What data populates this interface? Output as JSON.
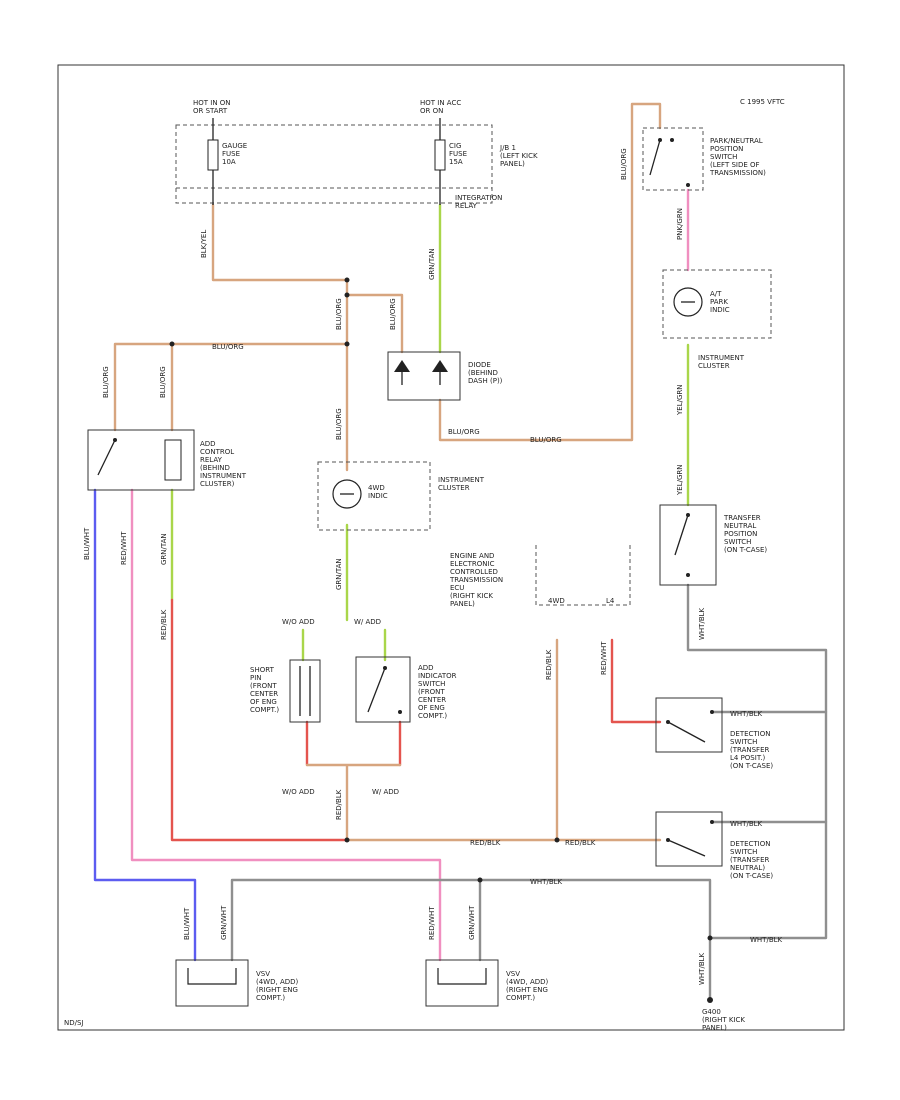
{
  "copyright": "C 1995 VFTC",
  "footer_code": "ND/SJ",
  "colors": {
    "wire_tan": "#d7a57f",
    "wire_green": "#a9d64a",
    "wire_pink": "#f08fc0",
    "wire_red": "#e4544e",
    "wire_blue": "#5c5cf0",
    "wire_gray": "#8f8f8f",
    "wire_black": "#303030"
  },
  "labels": {
    "hot_run_start": [
      "HOT IN ON",
      "OR START"
    ],
    "hot_accy_on": [
      "HOT IN ACC",
      "OR ON"
    ],
    "gauge_fuse": [
      "GAUGE",
      "FUSE",
      "10A"
    ],
    "cig_fuse": [
      "CIG",
      "FUSE",
      "15A"
    ],
    "jb1": [
      "J/B 1",
      "(LEFT KICK",
      "PANEL)"
    ],
    "integration_relay": [
      "INTEGRATION",
      "RELAY"
    ],
    "park_neutral": [
      "PARK/NEUTRAL",
      "POSITION",
      "SWITCH",
      "(LEFT SIDE OF",
      "TRANSMISSION)"
    ],
    "at_park_ind": [
      "A/T",
      "PARK",
      "INDIC"
    ],
    "instrument_cluster_right": [
      "INSTRUMENT",
      "CLUSTER"
    ],
    "diode": [
      "DIODE",
      "(BEHIND",
      "DASH (P))"
    ],
    "adc_control_relay": [
      "ADD",
      "CONTROL",
      "RELAY",
      "(BEHIND",
      "INSTRUMENT",
      "CLUSTER)"
    ],
    "awd_indic": [
      "4WD",
      "INDIC"
    ],
    "instrument_cluster_center": [
      "INSTRUMENT",
      "CLUSTER"
    ],
    "transfer_neutral_switch": [
      "TRANSFER",
      "NEUTRAL",
      "POSITION",
      "SWITCH",
      "(ON T-CASE)"
    ],
    "ecu": [
      "ENGINE AND",
      "ELECTRONIC",
      "CONTROLLED",
      "TRANSMISSION",
      "ECU",
      "(RIGHT KICK",
      "PANEL)"
    ],
    "ecu_pins": [
      "4WD",
      "L4"
    ],
    "w_add_w_o_add": [
      "W/O ADD",
      "W/ ADD"
    ],
    "short_pin": [
      "SHORT",
      "PIN",
      "(FRONT",
      "CENTER",
      "OF ENG",
      "COMPT.)"
    ],
    "add_indicator_switch": [
      "ADD",
      "INDICATOR",
      "SWITCH",
      "(FRONT",
      "CENTER",
      "OF ENG",
      "COMPT.)"
    ],
    "detection_l4": [
      "DETECTION",
      "SWITCH",
      "(TRANSFER",
      "L4 POSIT.)",
      "(ON T-CASE)"
    ],
    "detection_neutral": [
      "DETECTION",
      "SWITCH",
      "(TRANSFER",
      "NEUTRAL)",
      "(ON T-CASE)"
    ],
    "vsv1": [
      "VSV",
      "(4WD, ADD)",
      "(RIGHT ENG",
      "COMPT.)"
    ],
    "vsv2": [
      "VSV",
      "(4WD, ADD)",
      "(RIGHT ENG",
      "COMPT.)"
    ],
    "ground": [
      "G400",
      "(RIGHT KICK",
      "PANEL)"
    ],
    "bottom_w_o_add": "W/O ADD",
    "bottom_w_add": "W/ ADD",
    "wire_blu_org": "BLU/ORG",
    "wire_blu_wht": "BLU/WHT",
    "wire_grn_tan": "GRN/TAN",
    "wire_wht_blk": "WHT/BLK",
    "wire_pnk_grn": "PNK/GRN",
    "wire_yel_grn": "YEL/GRN",
    "wire_blk_yel": "BLK/YEL",
    "wire_red_wht": "RED/WHT",
    "wire_red_blk": "RED/BLK",
    "wire_grn_wht": "GRN/WHT"
  }
}
